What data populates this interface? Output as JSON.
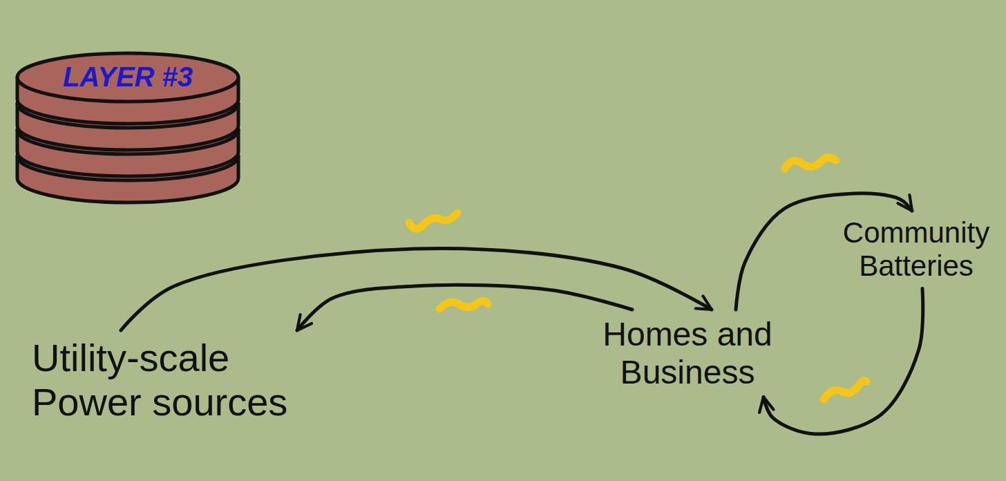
{
  "diagram": {
    "nodes": [
      {
        "text": [
          "LAYER #3"
        ]
      },
      {
        "text": [
          "Utility-scale Power sources"
        ]
      },
      {
        "text": [
          "Homes and Business"
        ]
      },
      {
        "text": [
          "Community Batteries"
        ]
      }
    ],
    "edges": [
      {
        "from": 1,
        "to": 2,
        "arrow": "to"
      },
      {
        "from": 2,
        "to": 1,
        "arrow": "to"
      },
      {
        "from": 2,
        "to": 3,
        "arrow": "to"
      },
      {
        "from": 3,
        "to": 2,
        "arrow": "to"
      }
    ]
  }
}
